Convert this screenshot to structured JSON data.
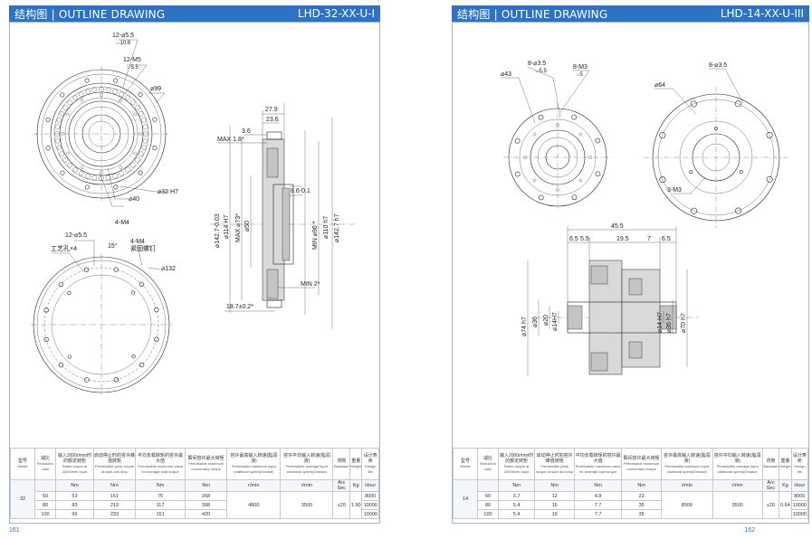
{
  "left": {
    "header_title": "结构图 | OUTLINE DRAWING",
    "header_code": "LHD-32-XX-U-I",
    "page_number": "161",
    "labels": {
      "hole_a": "12-⌀5.5",
      "hole_a_depth": "⌵10.8",
      "hole_b": "12-M5",
      "hole_b_depth": "⌵5.5",
      "d99": "⌀99",
      "d32": "⌀32 H7",
      "d40": "⌀40",
      "m4": "4-M4",
      "hole_c": "12-⌀5.5",
      "tool_hole": "工艺孔×4",
      "angle": "15°",
      "m4_b": "4-M4",
      "screw": "紧固螺钉",
      "d132": "⌀132",
      "w279": "27.9",
      "w236": "23.6",
      "w36": "3.6",
      "max18": "MAX 1.8*",
      "d861": "8.6-0.1",
      "d142_ball": "⌀142.7-0.03",
      "d114": "⌀114 H7",
      "dmax73": "MAX ⌀73*",
      "d50": "⌀50",
      "dmin96": "MIN ⌀96 *",
      "d110": "⌀110 h7",
      "d1427": "⌀142.7 h7",
      "min2": "MIN 2*",
      "w187": "18.7±0.2*"
    },
    "table": {
      "headers": [
        {
          "zh": "型号",
          "en": "Model"
        },
        {
          "zh": "减比",
          "en": "Reduction ratio"
        },
        {
          "zh": "输入2000r/min时的额定转矩",
          "en": "Rated torque at 2000r/min input"
        },
        {
          "zh": "启动停止时的容许峰值转矩",
          "en": "Permissible peak torque at start and stop"
        },
        {
          "zh": "平均负载转矩的容许最大值",
          "en": "Permissible maximum value for average load torque"
        },
        {
          "zh": "瞬间容许最大转矩",
          "en": "Permissible maximum momentary torque"
        },
        {
          "zh": "容许最高输入转速(脂润滑)",
          "en": "Permissible maximum input rotational speed(Grease)"
        },
        {
          "zh": "容许平均输入转速(脂润滑)",
          "en": "Permissible average input rotational speed(Grease)"
        },
        {
          "zh": "背隙",
          "en": "Backlash"
        },
        {
          "zh": "重量",
          "en": "Weight"
        },
        {
          "zh": "设计寿命",
          "en": "Design life"
        }
      ],
      "units": [
        "",
        "",
        "Nm",
        "Nm",
        "Nm",
        "Nm",
        "r/min",
        "r/min",
        "Arc Sec",
        "Kg",
        "Hour"
      ],
      "model": "32",
      "rows": [
        {
          "ratio": "50",
          "rated": "53",
          "peak": "151",
          "avg": "75",
          "moment": "268",
          "life": "8000"
        },
        {
          "ratio": "80",
          "rated": "83",
          "peak": "213",
          "avg": "117",
          "moment": "398",
          "life": "10000"
        },
        {
          "ratio": "100",
          "rated": "96",
          "peak": "233",
          "avg": "151",
          "moment": "420",
          "life": "10000"
        }
      ],
      "max_speed": "4800",
      "avg_speed": "3500",
      "backlash": "≤20",
      "weight": "1.90"
    }
  },
  "right": {
    "header_title": "结构图 | OUTLINE DRAWING",
    "header_code": "LHD-14-XX-U-III",
    "page_number": "162",
    "labels": {
      "d43": "⌀43",
      "hole_a": "8-⌀3.5",
      "hole_a_depth": "⌵5.5",
      "m3a": "8-M3",
      "m3a_depth": "⌵5",
      "hole_b": "8-⌀3.5",
      "d64": "⌀64",
      "m3b": "3-M3",
      "w455": "45.5",
      "w65": "6.5",
      "w55": "5.5",
      "w195": "19.5",
      "w7": "7",
      "w65b": "6.5",
      "d74": "⌀74 h7",
      "d36": "⌀36",
      "d20": "⌀20",
      "d14": "⌀14H7",
      "d14b": "⌀14 H7",
      "d36b": "⌀36 h7",
      "d70": "⌀70 h7"
    },
    "table": {
      "headers": [
        {
          "zh": "型号",
          "en": "Model"
        },
        {
          "zh": "减比",
          "en": "Reduction ratio"
        },
        {
          "zh": "输入2000r/min时的额定转矩",
          "en": "Rated torque at 2000r/min input"
        },
        {
          "zh": "启动停止时的容许峰值转矩",
          "en": "Permissible peak torque at start and stop"
        },
        {
          "zh": "平均负载转矩的容许最大值",
          "en": "Permissible maximum value for average load torque"
        },
        {
          "zh": "瞬间容许最大转矩",
          "en": "Permissible maximum momentary torque"
        },
        {
          "zh": "容许最高输入转速(脂润滑)",
          "en": "Permissible maximum input rotational speed(Grease)"
        },
        {
          "zh": "容许平均输入转速(脂润滑)",
          "en": "Permissible average input rotational speed(Grease)"
        },
        {
          "zh": "背隙",
          "en": "Backlash"
        },
        {
          "zh": "重量",
          "en": "Weight"
        },
        {
          "zh": "设计寿命",
          "en": "Design life"
        }
      ],
      "units": [
        "",
        "",
        "Nm",
        "Nm",
        "Nm",
        "Nm",
        "r/min",
        "r/min",
        "Arc Sec",
        "Kg",
        "Hour"
      ],
      "model": "14",
      "rows": [
        {
          "ratio": "50",
          "rated": "3.7",
          "peak": "12",
          "avg": "4.8",
          "moment": "23",
          "life": "8000"
        },
        {
          "ratio": "80",
          "rated": "5.4",
          "peak": "16",
          "avg": "7.7",
          "moment": "35",
          "life": "10000"
        },
        {
          "ratio": "100",
          "rated": "5.4",
          "peak": "19",
          "avg": "7.7",
          "moment": "35",
          "life": "10000"
        }
      ],
      "max_speed": "8500",
      "avg_speed": "3500",
      "backlash": "≤20",
      "weight": "0.64"
    }
  }
}
